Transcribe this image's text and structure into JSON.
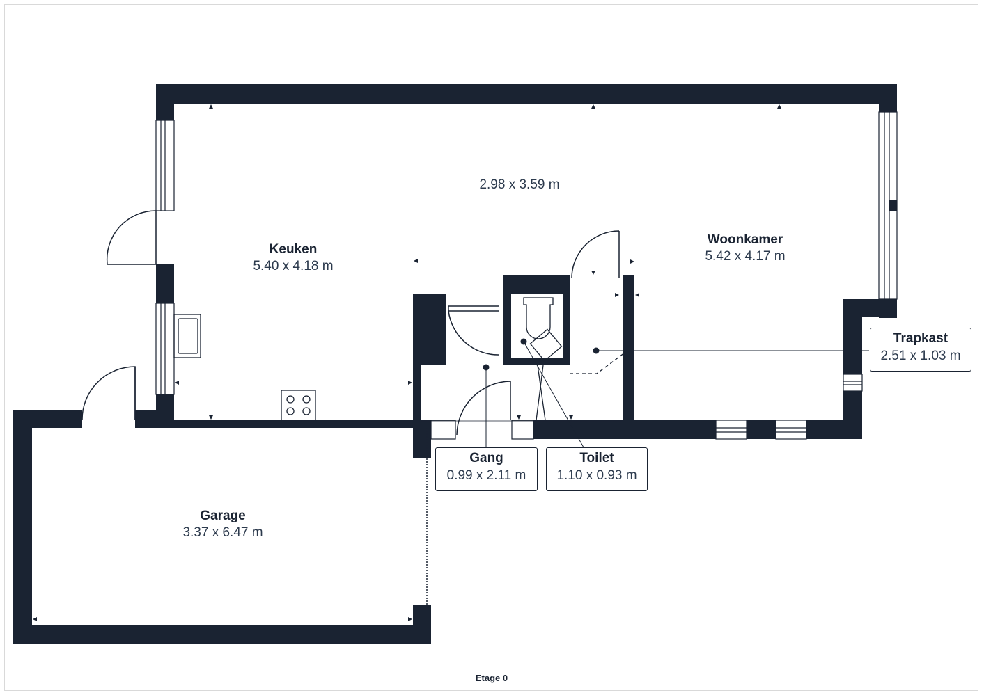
{
  "colors": {
    "wall": "#1a2332",
    "background": "#ffffff",
    "text": "#1a2332"
  },
  "rooms": {
    "keuken": {
      "name": "Keuken",
      "dims": "5.40 x 4.18 m"
    },
    "woonkamer": {
      "name": "Woonkamer",
      "dims": "5.42 x 4.17 m"
    },
    "extra": {
      "dims": "2.98 x 3.59 m"
    },
    "garage": {
      "name": "Garage",
      "dims": "3.37 x 6.47 m"
    },
    "gang": {
      "name": "Gang",
      "dims": "0.99 x 2.11 m"
    },
    "toilet": {
      "name": "Toilet",
      "dims": "1.10 x 0.93 m"
    },
    "trapkast": {
      "name": "Trapkast",
      "dims": "2.51 x 1.03 m"
    }
  },
  "floor": "Etage 0"
}
